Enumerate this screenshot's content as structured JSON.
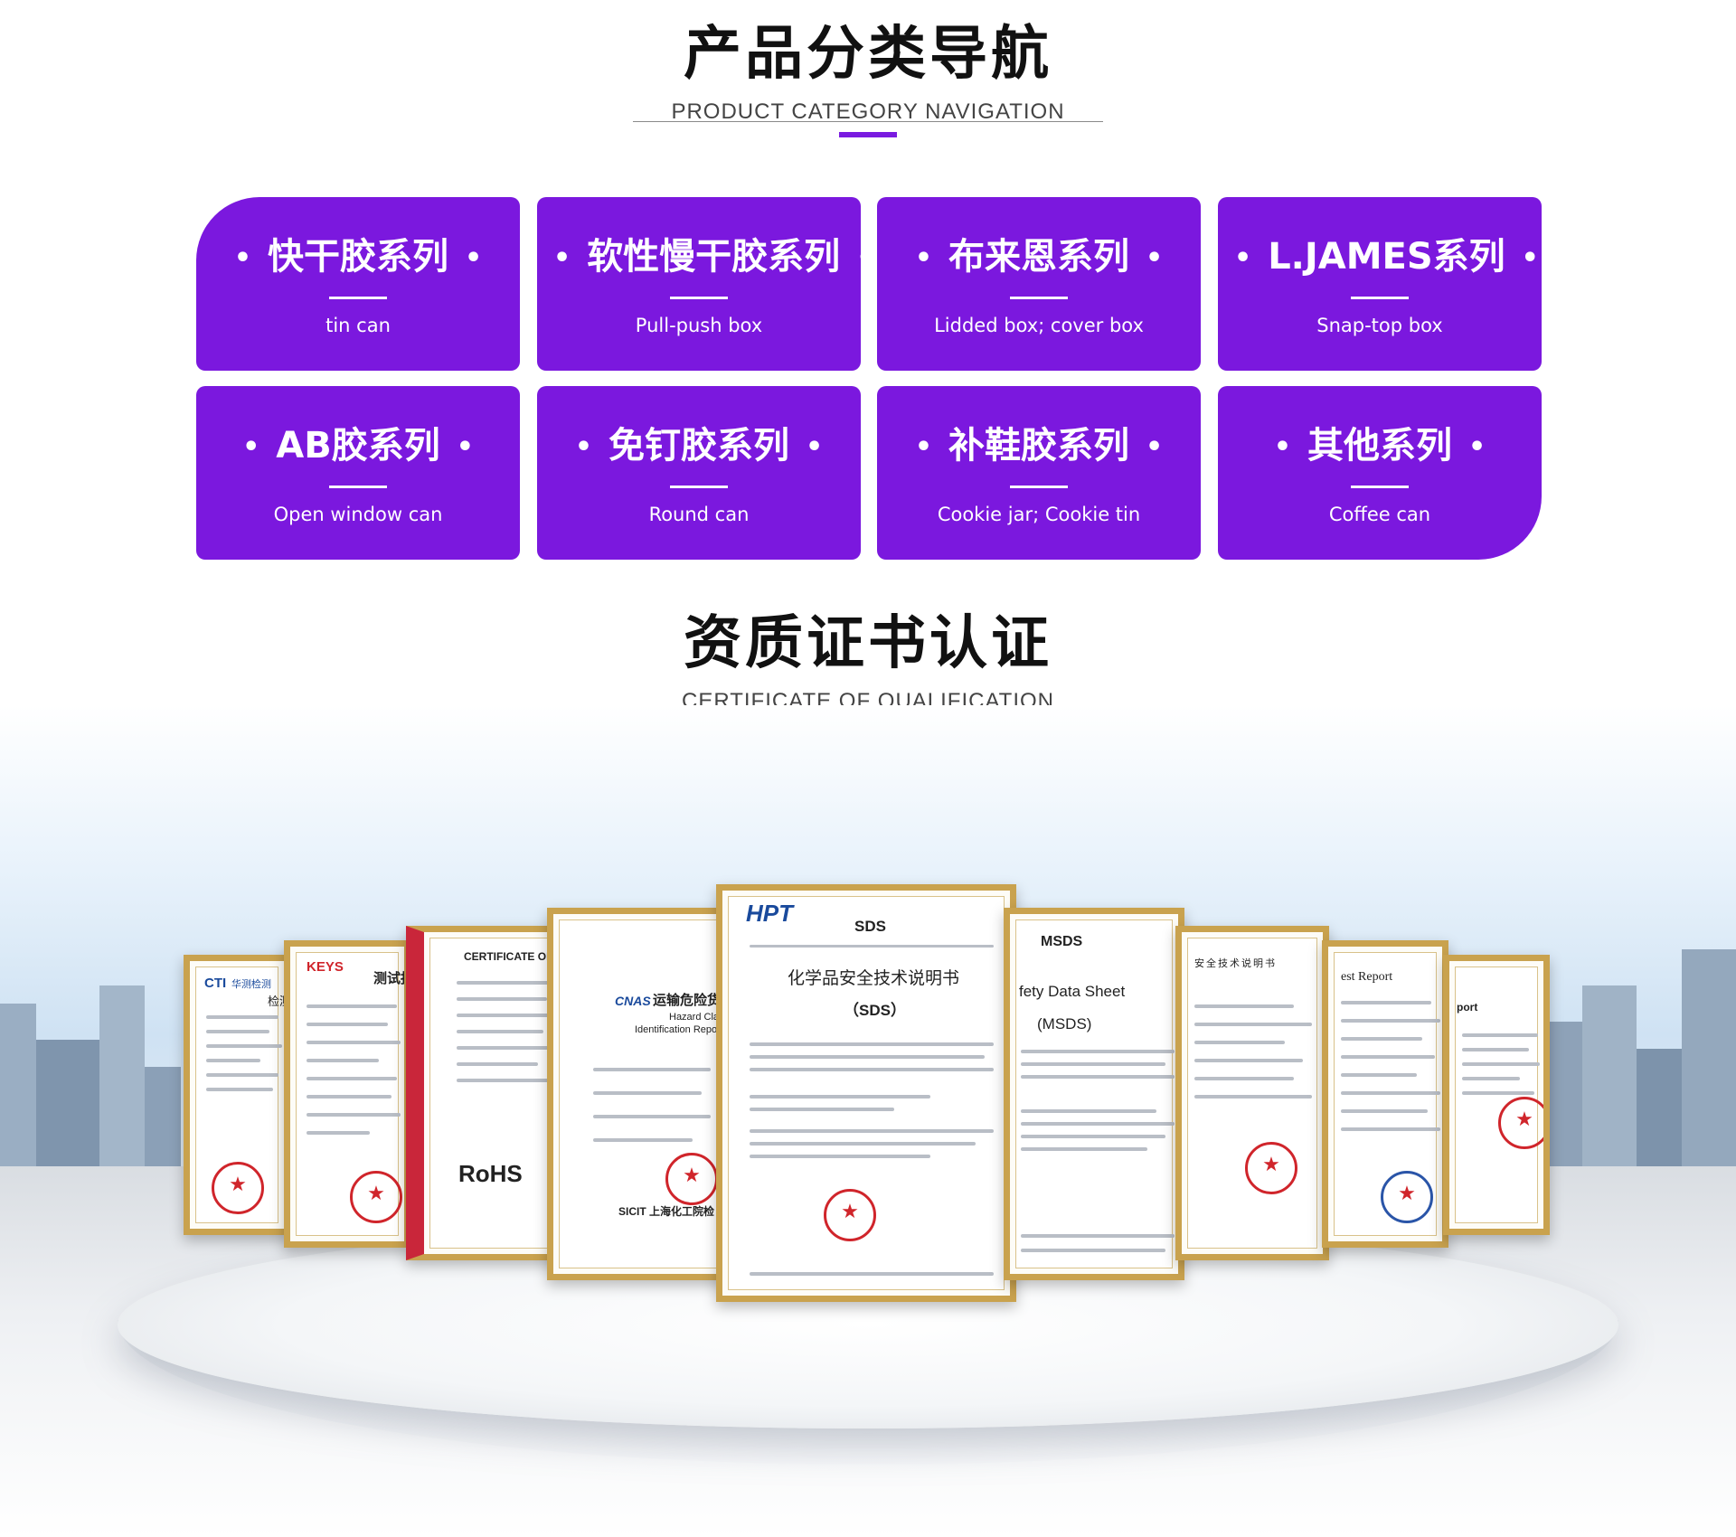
{
  "colors": {
    "accent": "#7a1be0",
    "card_bg": "#7b18de",
    "title_text": "#111111",
    "subtitle_text": "#444444",
    "frame_gold": "#c9a24e",
    "seal_red": "#d0252b"
  },
  "nav_section": {
    "title": "产品分类导航",
    "subtitle": "PRODUCT CATEGORY NAVIGATION"
  },
  "categories": [
    {
      "title": "快干胶系列",
      "subtitle": "tin can"
    },
    {
      "title": "软性慢干胶系列",
      "subtitle": "Pull-push box"
    },
    {
      "title": "布来恩系列",
      "subtitle": "Lidded box; cover box"
    },
    {
      "title": "L.JAMES系列",
      "subtitle": "Snap-top box"
    },
    {
      "title": "AB胶系列",
      "subtitle": "Open window can"
    },
    {
      "title": "免钉胶系列",
      "subtitle": "Round can"
    },
    {
      "title": "补鞋胶系列",
      "subtitle": "Cookie jar; Cookie tin"
    },
    {
      "title": "其他系列",
      "subtitle": "Coffee can"
    }
  ],
  "cert_section": {
    "title": "资质证书认证",
    "subtitle": "CERTIFICATE OF QUALIFICATION"
  },
  "certificates": {
    "cti": {
      "logo": "CTI",
      "logo_cn": "华测检测",
      "heading": "检测"
    },
    "keys": {
      "logo": "KEYS",
      "heading": "测试报"
    },
    "rohs": {
      "heading": "CERTIFICATE OF C",
      "mark": "RoHS"
    },
    "cnas": {
      "logo": "CNAS",
      "heading": "运输危险货",
      "heading2": "Hazard Classif",
      "heading3": "Identification Report for T",
      "footer": "SICIT 上海化工院检"
    },
    "sds": {
      "logo": "HPT",
      "heading": "SDS",
      "title_cn": "化学品安全技术说明书",
      "title_en": "（SDS）"
    },
    "msds": {
      "heading": "MSDS",
      "title": "fety Data Sheet",
      "subtitle": "(MSDS)"
    },
    "cn_report": {
      "heading": "安全技术说明书"
    },
    "test_report": {
      "heading": "est Report"
    },
    "last": {
      "heading": "port"
    }
  }
}
